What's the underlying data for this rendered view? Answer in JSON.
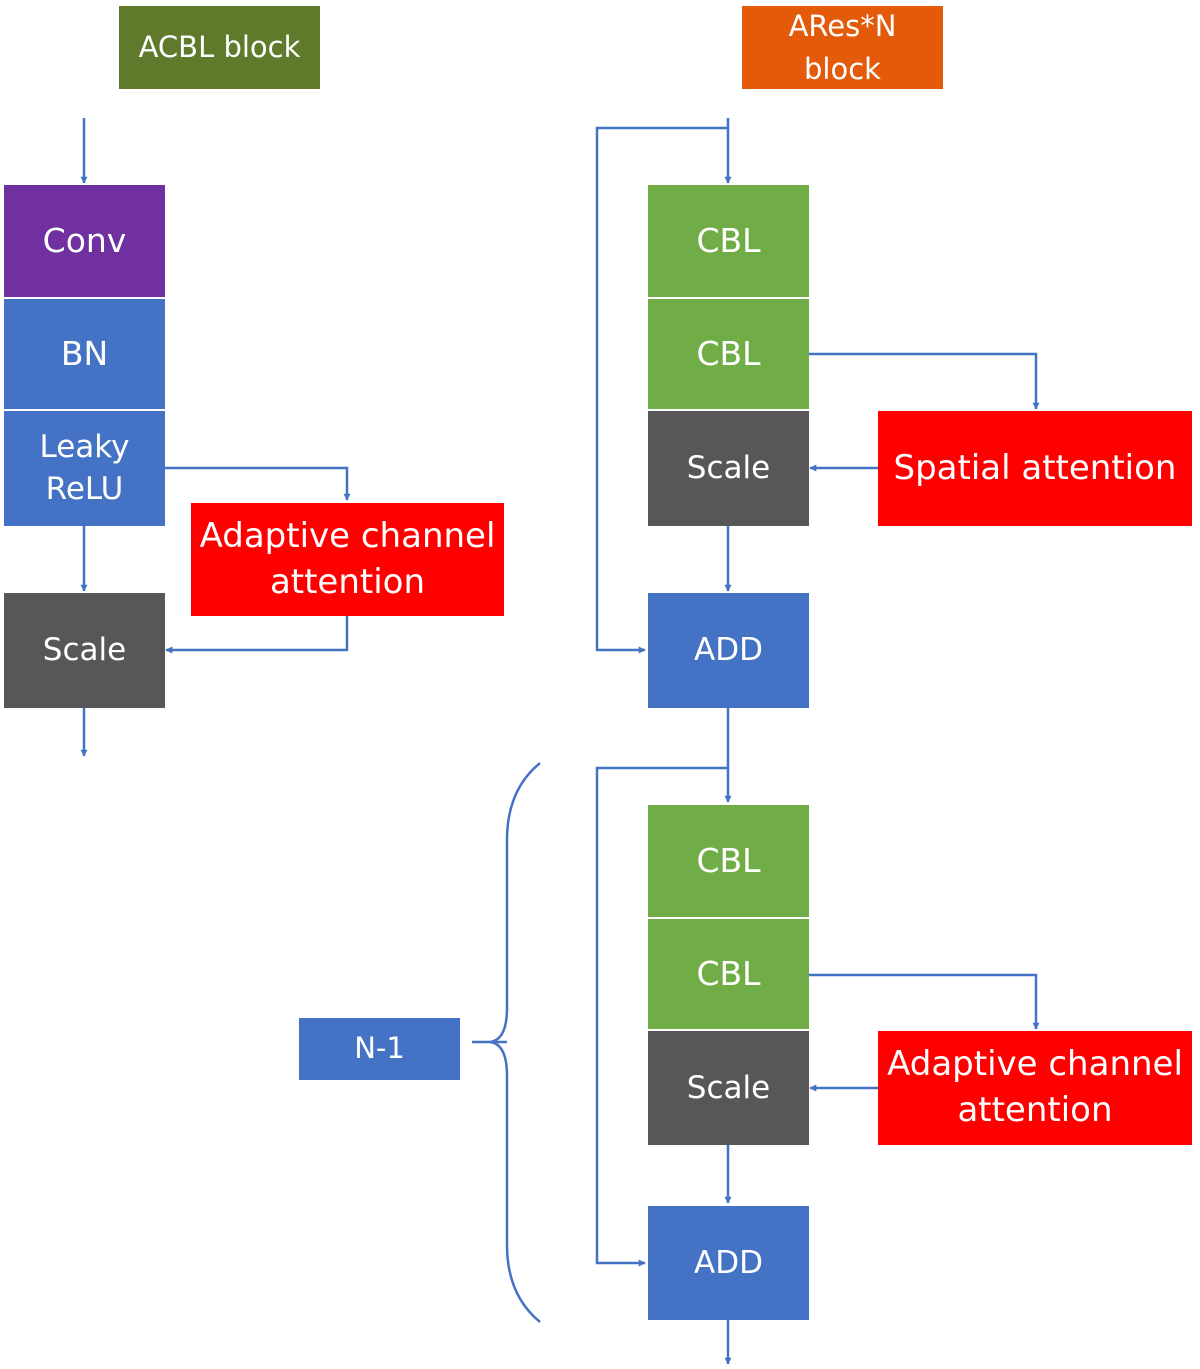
{
  "colors": {
    "title_acbl": "#5f7a2a",
    "title_ares": "#e35a0b",
    "conv": "#7030a0",
    "blue": "#4472c4",
    "scale": "#575757",
    "cbl": "#70ad47",
    "attention": "#ff0000",
    "line": "#4472c4"
  },
  "left": {
    "title": "ACBL block",
    "conv": "Conv",
    "bn": "BN",
    "leaky_relu": "Leaky\nReLU",
    "scale": "Scale",
    "attention": "Adaptive channel\nattention"
  },
  "right": {
    "title": "ARes*N\nblock",
    "upper": {
      "cbl1": "CBL",
      "cbl2": "CBL",
      "scale": "Scale",
      "attention": "Spatial attention",
      "add": "ADD"
    },
    "lower": {
      "cbl1": "CBL",
      "cbl2": "CBL",
      "scale": "Scale",
      "attention": "Adaptive channel\nattention",
      "add": "ADD"
    },
    "repeat_label": "N-1"
  }
}
